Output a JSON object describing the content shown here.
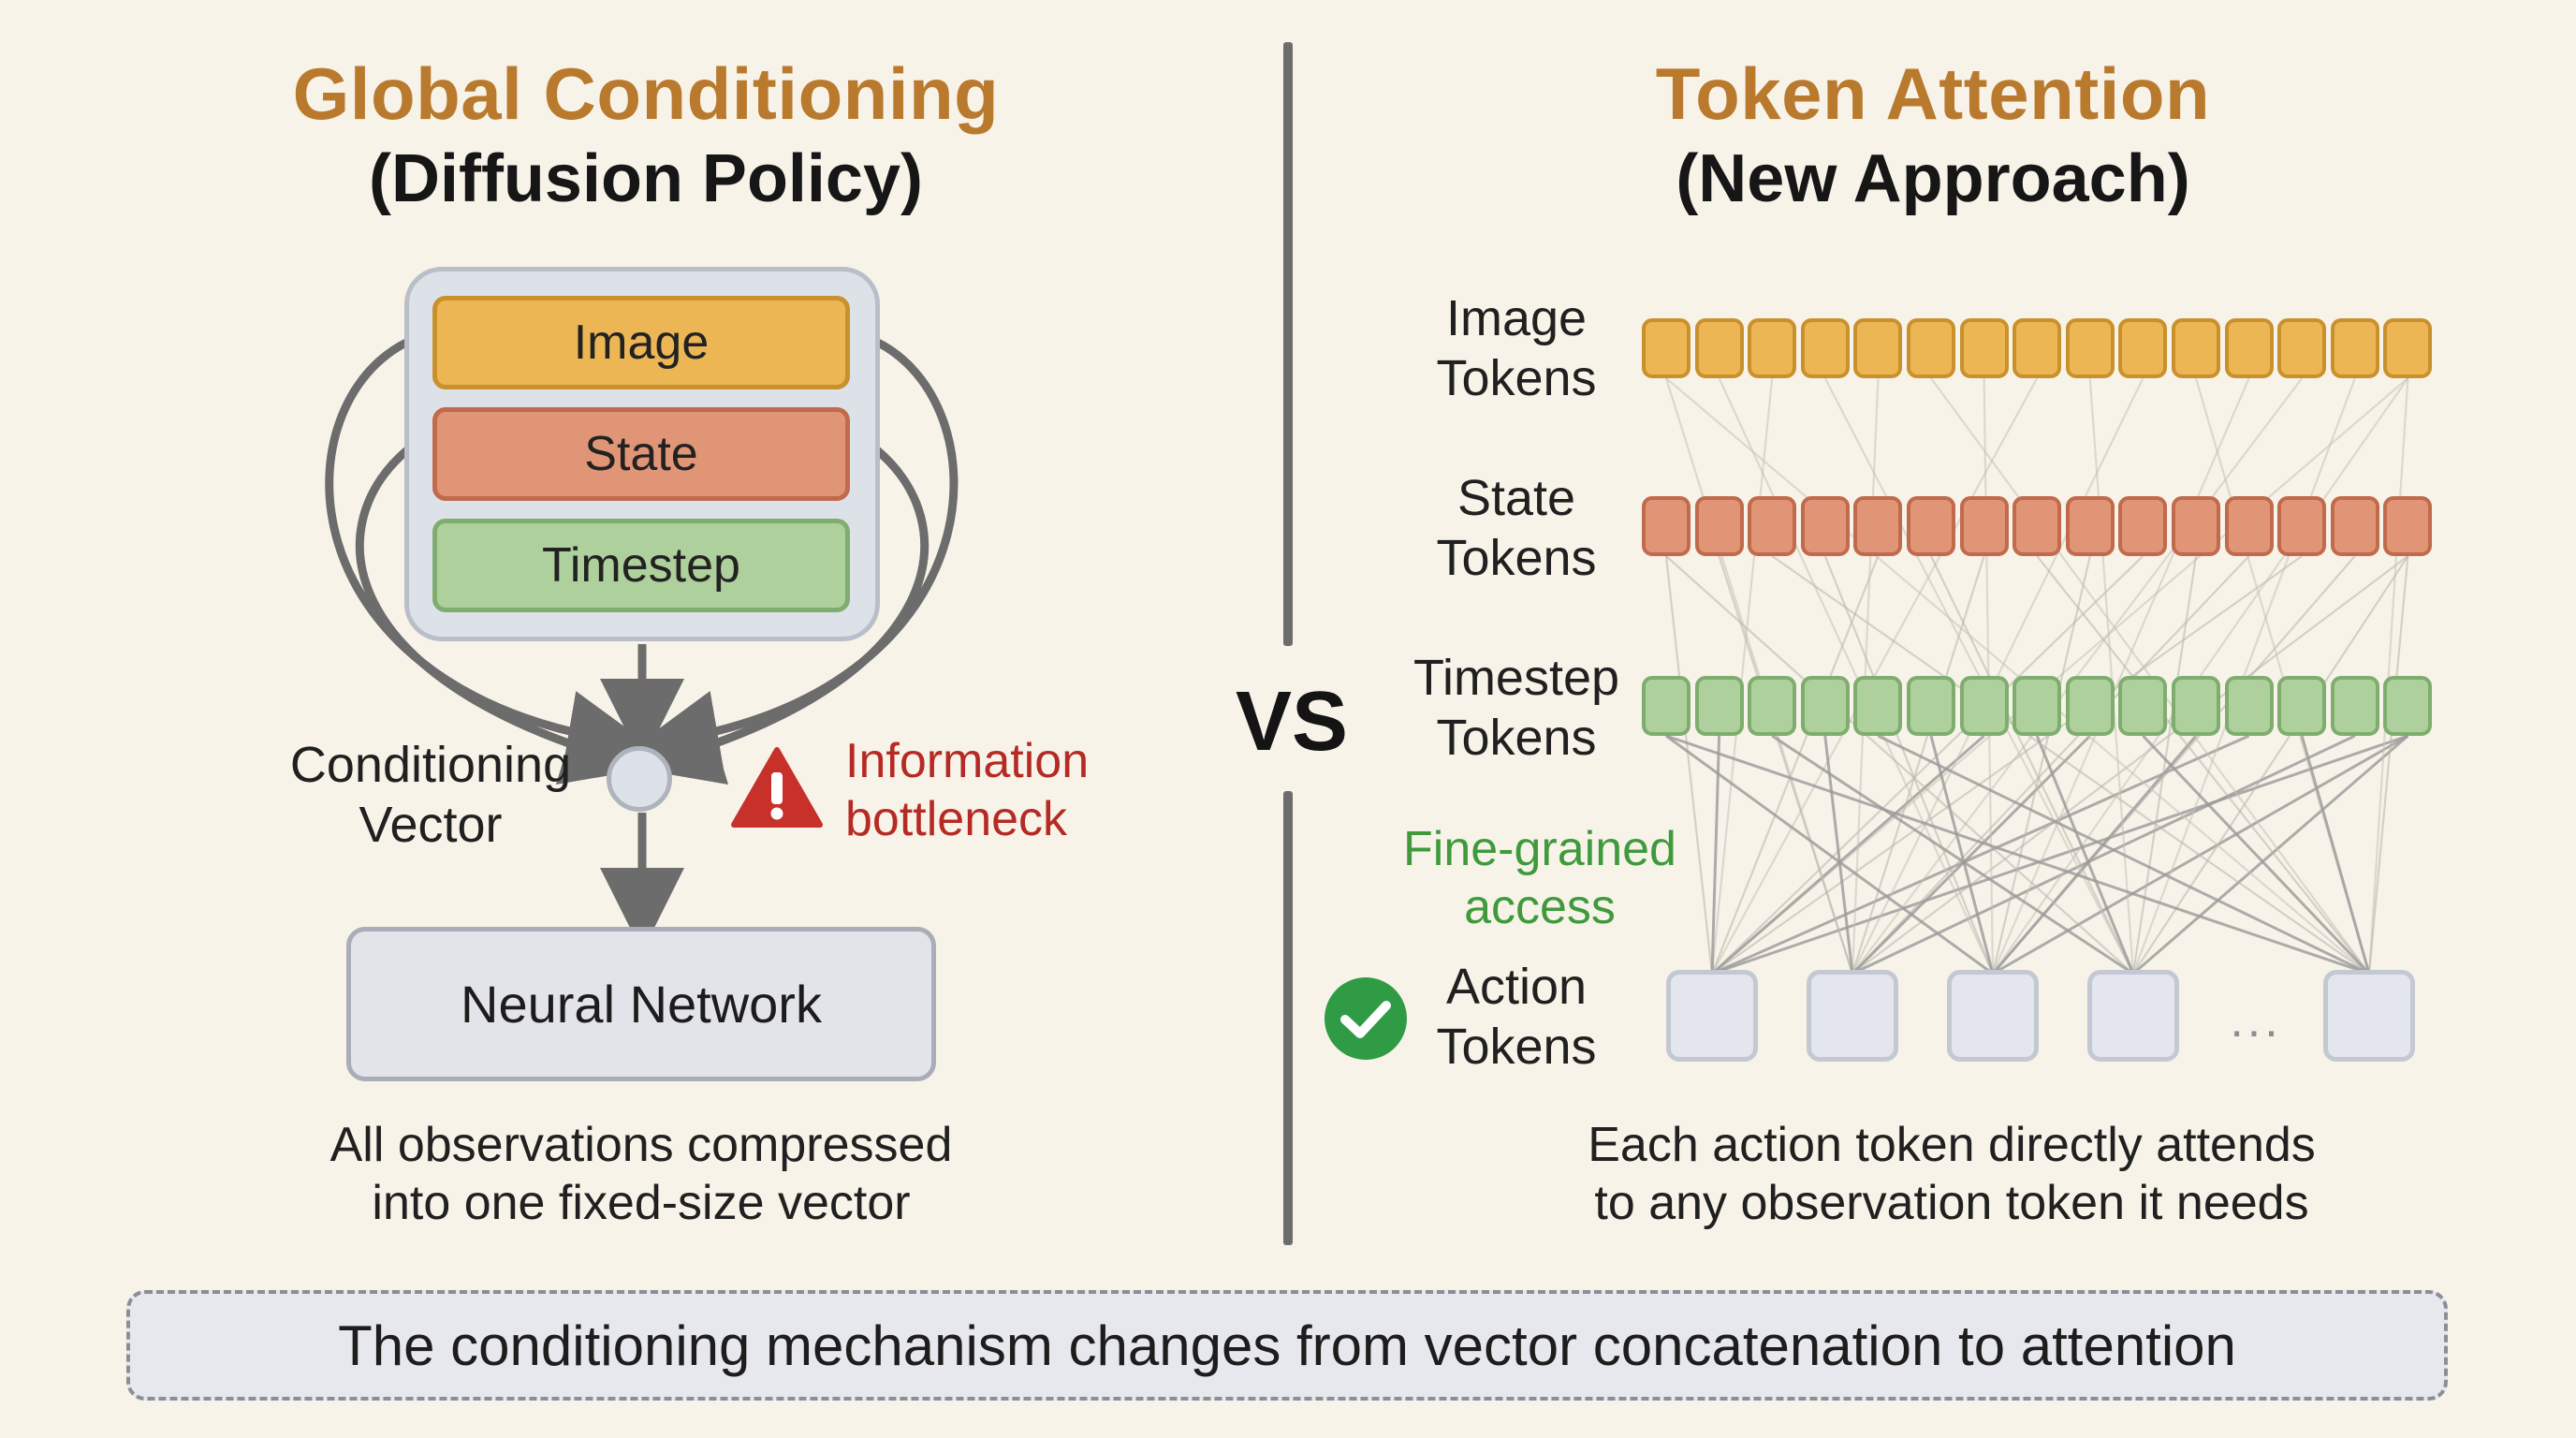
{
  "left": {
    "title": "Global Conditioning",
    "subtitle": "(Diffusion Policy)",
    "inputs": [
      "Image",
      "State",
      "Timestep"
    ],
    "conditioning_label": [
      "Conditioning",
      "Vector"
    ],
    "warning": [
      "Information",
      "bottleneck"
    ],
    "network_label": "Neural Network",
    "caption": [
      "All observations compressed",
      "into one fixed-size vector"
    ]
  },
  "vs_label": "VS",
  "right": {
    "title": "Token Attention",
    "subtitle": "(New Approach)",
    "rows": [
      {
        "label": [
          "Image",
          "Tokens"
        ],
        "kind": "image",
        "count": 15
      },
      {
        "label": [
          "State",
          "Tokens"
        ],
        "kind": "state",
        "count": 15
      },
      {
        "label": [
          "Timestep",
          "Tokens"
        ],
        "kind": "timestep",
        "count": 15
      }
    ],
    "fine_grained": [
      "Fine-grained",
      "access"
    ],
    "action_label": [
      "Action",
      "Tokens"
    ],
    "action_count": 5,
    "ellipsis": "...",
    "caption": [
      "Each action token directly attends",
      "to any observation token it needs"
    ]
  },
  "footer": "The conditioning mechanism changes from vector concatenation to attention",
  "colors": {
    "image": "#ecb654",
    "state": "#e09676",
    "timestep": "#aed09c",
    "title_accent": "#b97a2e",
    "warning": "#b52a24",
    "success": "#2f9b45"
  },
  "icons": {
    "warning": "warning-triangle-icon",
    "success": "check-circle-icon"
  }
}
